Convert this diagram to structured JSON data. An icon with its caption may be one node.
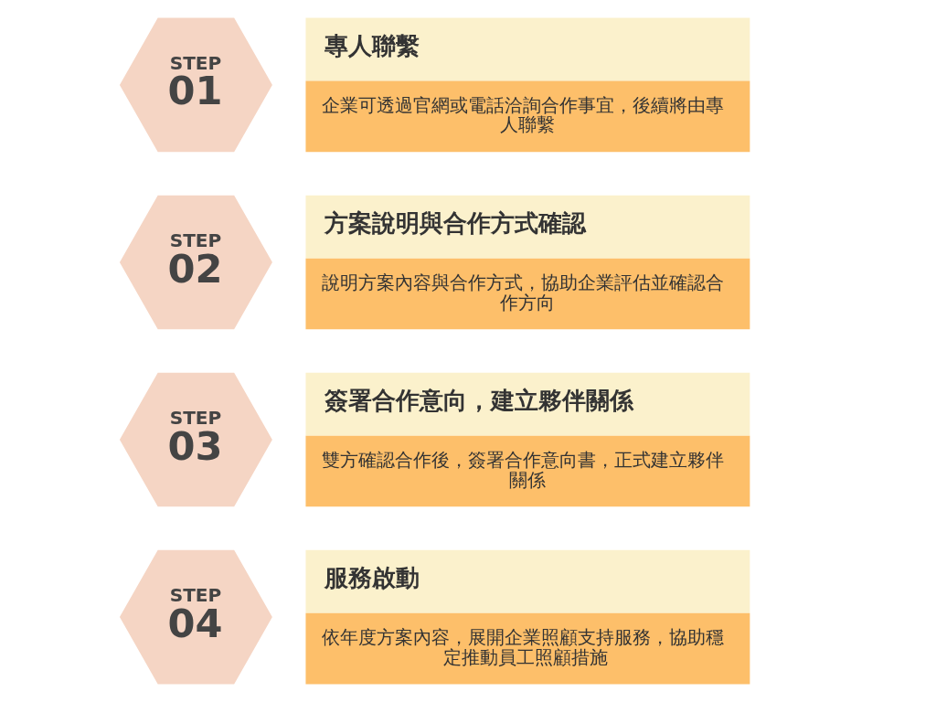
{
  "diagram": {
    "nodes": [
      {
        "text": [
          "STEP",
          "01"
        ]
      },
      {
        "text": [
          "專人聯繫",
          "企業可透過官網或電話洽詢合作事宜，後續將由專人聯繫"
        ]
      },
      {
        "text": [
          "STEP",
          "02"
        ]
      },
      {
        "text": [
          "方案說明與合作方式確認",
          "說明方案內容與合作方式，協助企業評估並確認合作方向"
        ]
      },
      {
        "text": [
          "STEP",
          "03"
        ]
      },
      {
        "text": [
          "簽署合作意向，建立夥伴關係",
          "雙方確認合作後，簽署合作意向書，正式建立夥伴關係"
        ]
      },
      {
        "text": [
          "STEP",
          "04"
        ]
      },
      {
        "text": [
          "服務啟動",
          "依年度方案內容，展開企業照顧支持服務，協助穩定推動員工照顧措施"
        ]
      }
    ],
    "edges": []
  }
}
